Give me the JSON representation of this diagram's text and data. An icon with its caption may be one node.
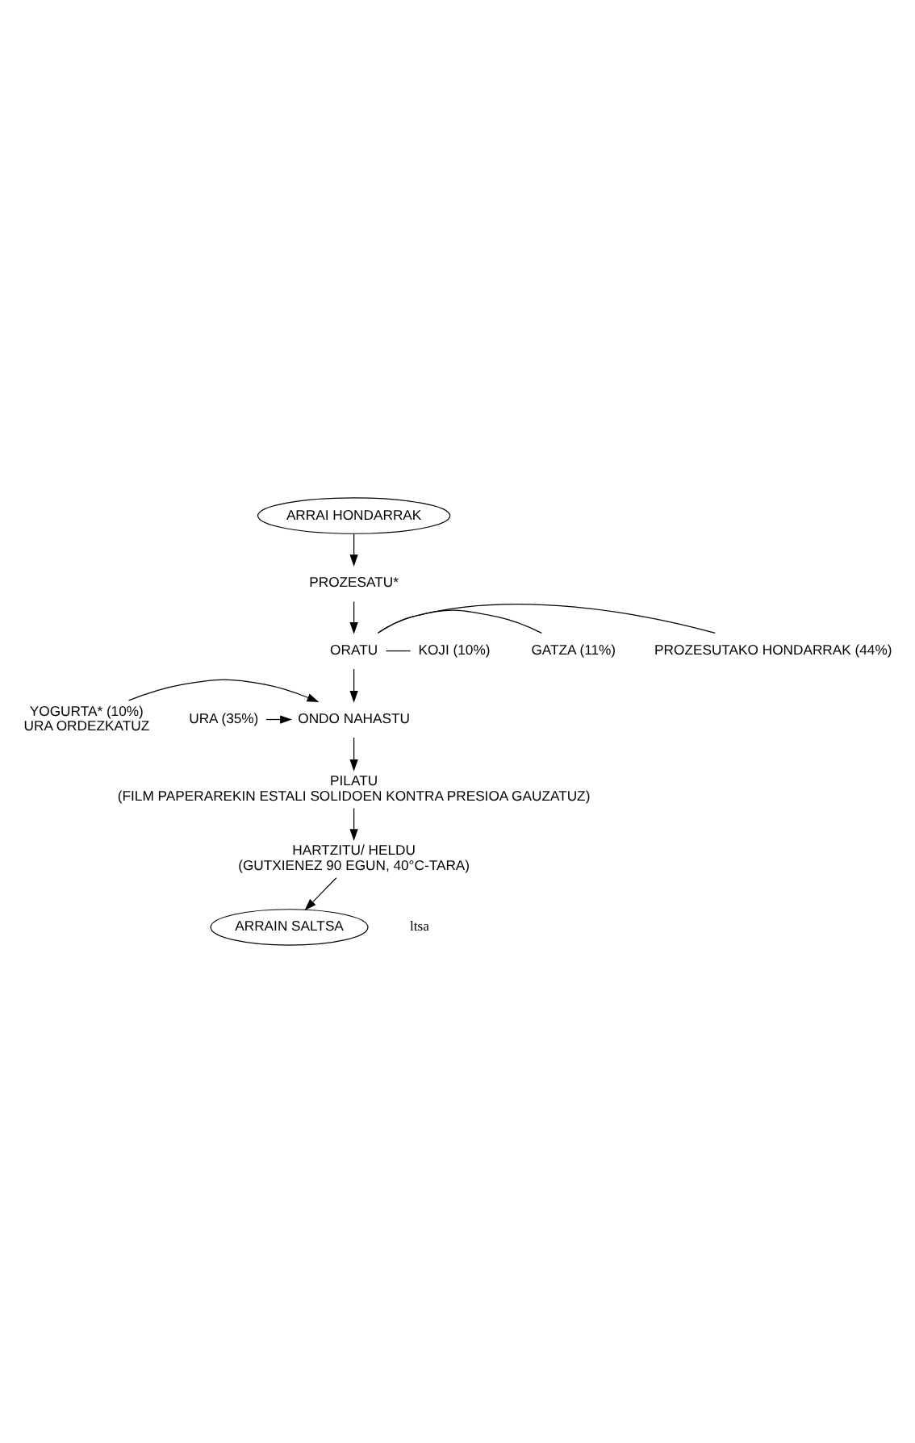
{
  "diagram": {
    "nodes": [
      {
        "text": [
          "ARRAI HONDARRAK"
        ]
      },
      {
        "text": [
          "PROZESATU*"
        ]
      },
      {
        "text": [
          "ORATU"
        ]
      },
      {
        "text": [
          "PROZESUTAKO HONDARRAK (44%)"
        ]
      },
      {
        "text": [
          "GATZA (11%)"
        ]
      },
      {
        "text": [
          "KOJI (10%)"
        ]
      },
      {
        "text": [
          "ONDO NAHASTU"
        ]
      },
      {
        "text": [
          "YOGURTA* (10%)",
          "URA ORDEZKATUZ"
        ]
      },
      {
        "text": [
          "URA (35%)"
        ]
      },
      {
        "text": [
          "PILATU",
          "(FILM PAPERAREKIN ESTALI SOLIDOEN KONTRA PRESIOA GAUZATUZ)"
        ]
      },
      {
        "text": [
          "HARTZITU/ HELDU",
          "(GUTXIENEZ 90 EGUN, 40°C-TARA)"
        ]
      },
      {
        "text": [
          "ARRAIN SALTSA"
        ]
      }
    ],
    "edges": [
      {
        "from": 0,
        "to": 1,
        "arrow": "to"
      },
      {
        "from": 1,
        "to": 2,
        "arrow": "to"
      },
      {
        "from": 2,
        "to": 3,
        "arrow": "none"
      },
      {
        "from": 2,
        "to": 4,
        "arrow": "none"
      },
      {
        "from": 2,
        "to": 5,
        "arrow": "none"
      },
      {
        "from": 2,
        "to": 6,
        "arrow": "to"
      },
      {
        "from": 7,
        "to": 6,
        "arrow": "to"
      },
      {
        "from": 8,
        "to": 6,
        "arrow": "to"
      },
      {
        "from": 6,
        "to": 9,
        "arrow": "to"
      },
      {
        "from": 9,
        "to": 10,
        "arrow": "to"
      },
      {
        "from": 10,
        "to": 11,
        "arrow": "to"
      }
    ],
    "labels": [
      "ltsa"
    ]
  }
}
